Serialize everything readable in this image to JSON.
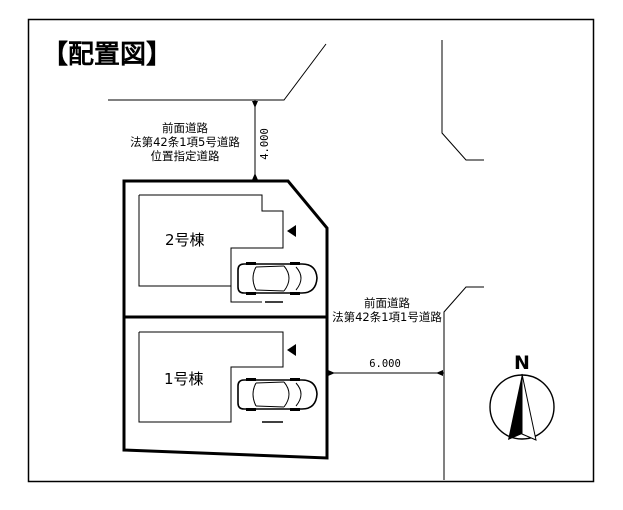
{
  "title": "【配置図】",
  "front_road_a": {
    "lines": [
      "前面道路",
      "法第42条1項5号道路",
      "位置指定道路"
    ],
    "width": "4.000"
  },
  "front_road_b": {
    "lines": [
      "前面道路",
      "法第42条1項1号道路"
    ],
    "width": "6.000"
  },
  "buildings": {
    "building_2": "2号棟",
    "building_1": "1号棟"
  },
  "compass": {
    "label": "N"
  },
  "colors": {
    "line": "#000000",
    "background": "#ffffff"
  }
}
